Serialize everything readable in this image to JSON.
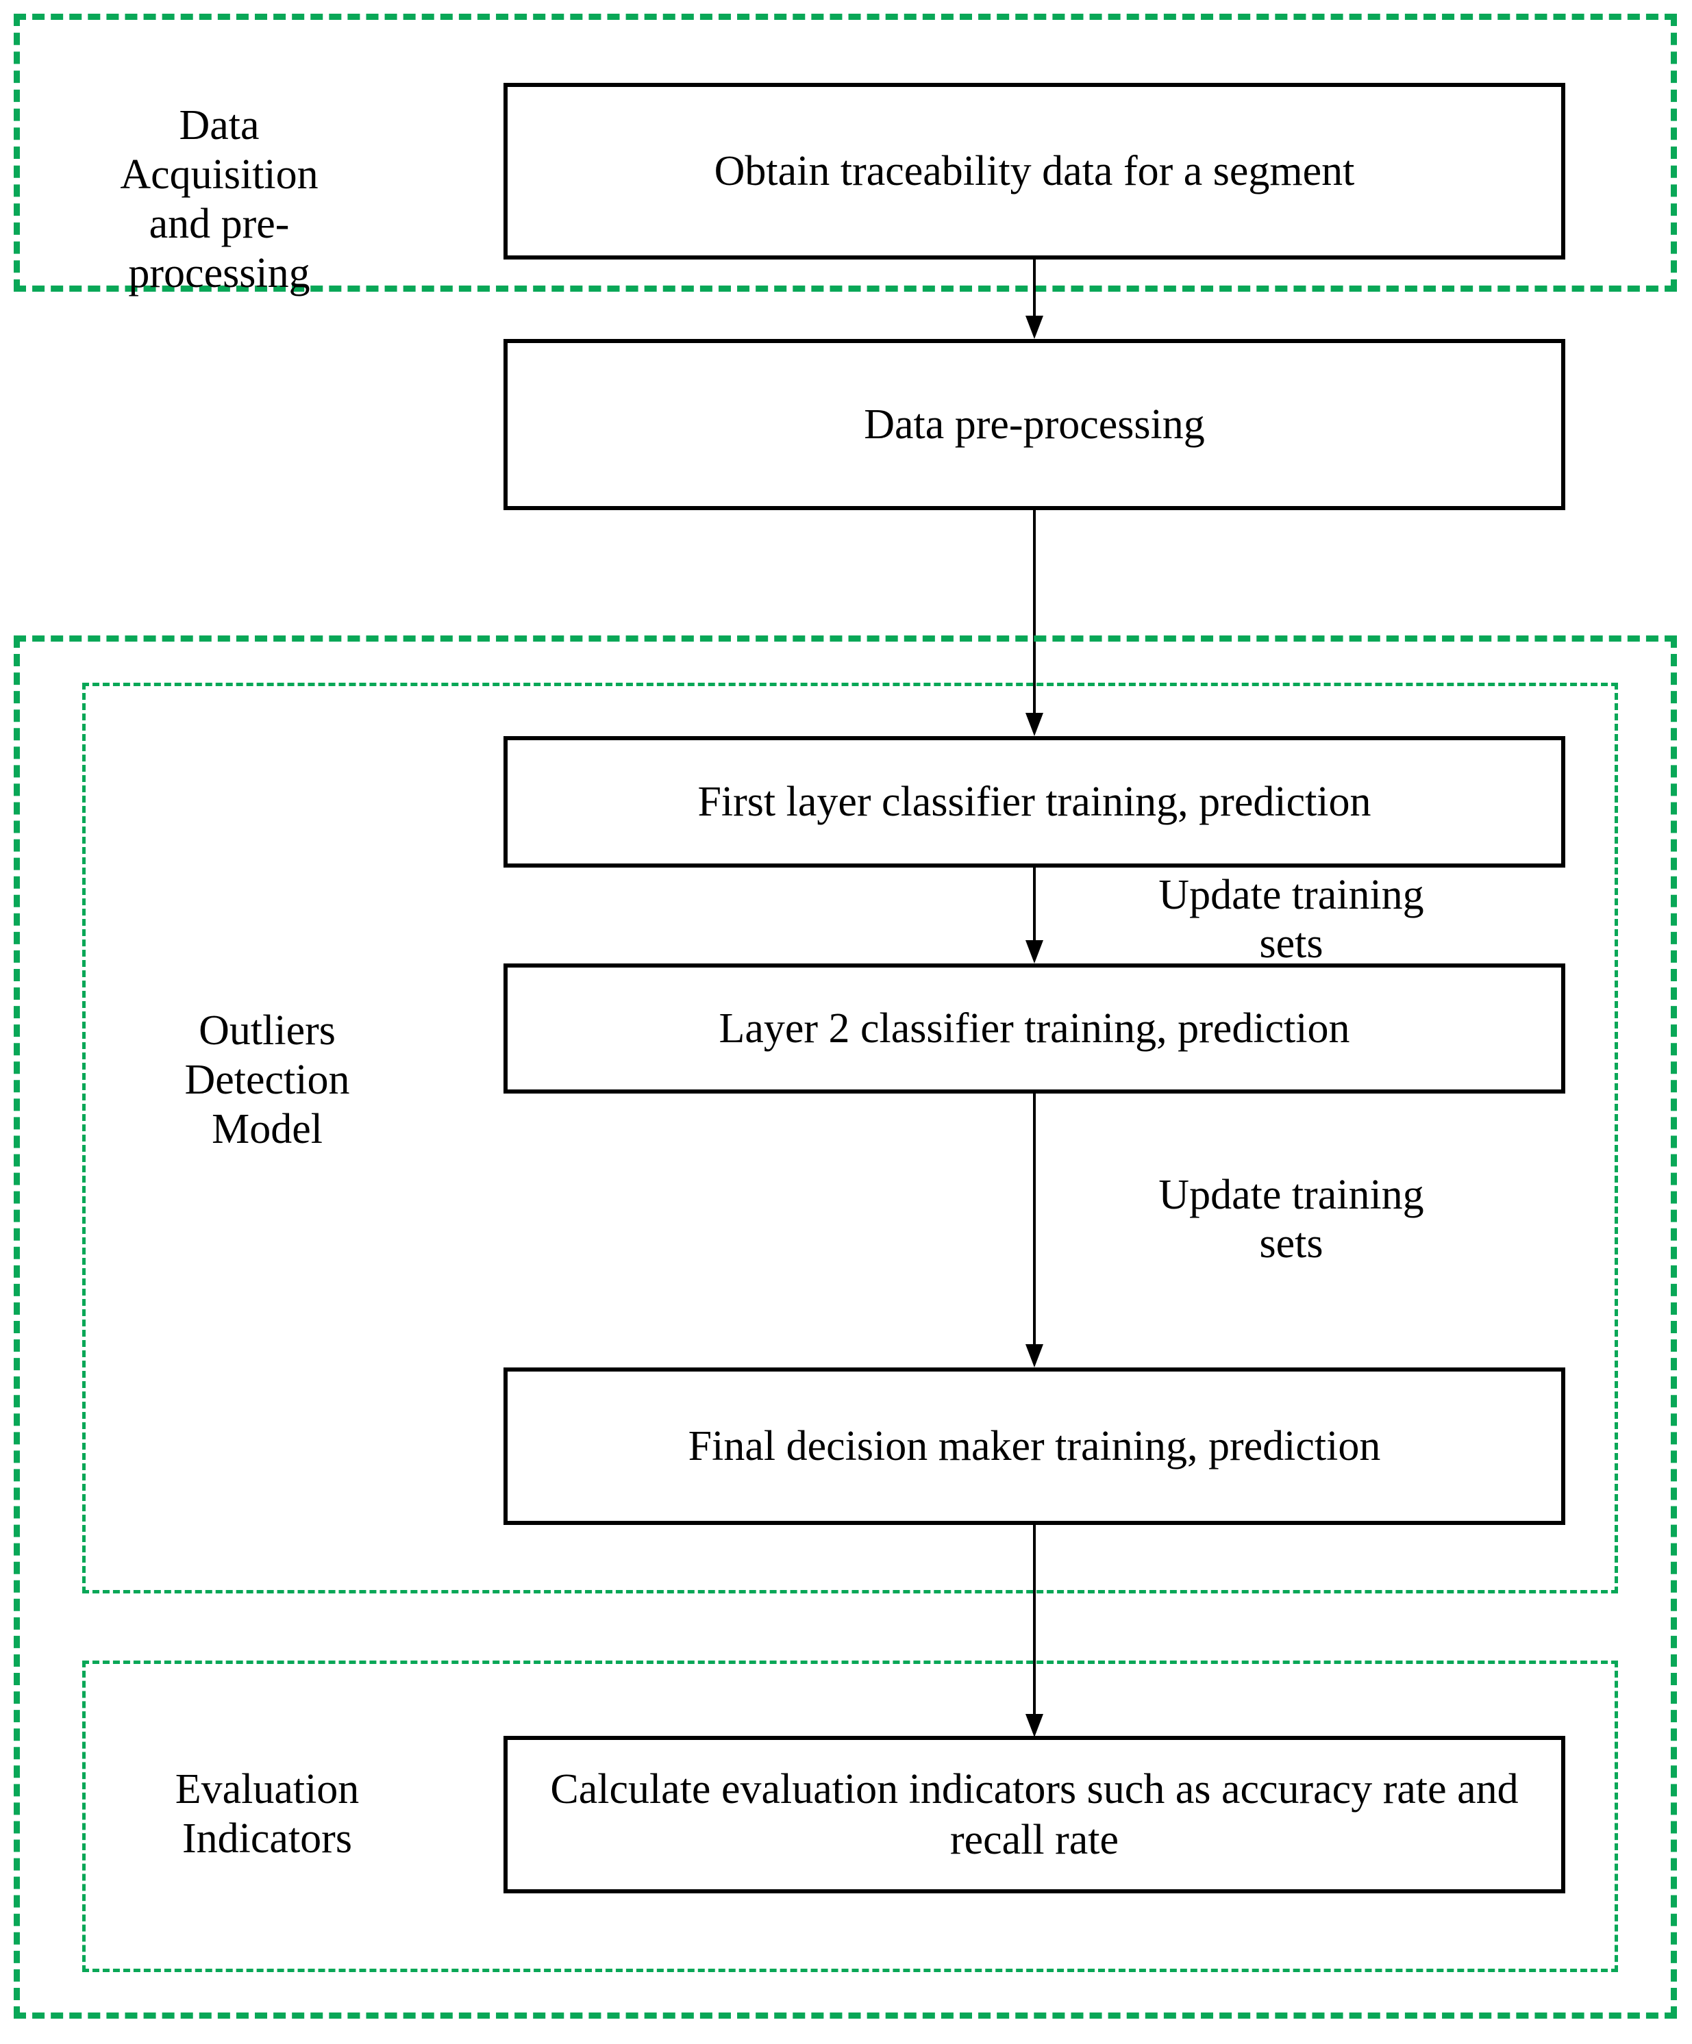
{
  "diagram": {
    "title": "Outlier detection workflow",
    "accent_color": "#09A757",
    "line_color": "#000000",
    "background": "#FFFFFF",
    "groups": [
      {
        "id": "data-acquisition",
        "label": "Data\nAcquisition\nand pre-\nprocessing"
      },
      {
        "id": "outliers-detection-model",
        "label": "Outliers\nDetection\nModel"
      },
      {
        "id": "evaluation-indicators",
        "label": "Evaluation\nIndicators"
      }
    ],
    "nodes": [
      {
        "id": "obtain-traceability-data",
        "label": "Obtain traceability data for a segment"
      },
      {
        "id": "data-pre-processing",
        "label": "Data pre-processing"
      },
      {
        "id": "first-layer-classifier",
        "label": "First layer classifier training, prediction"
      },
      {
        "id": "layer-2-classifier",
        "label": "Layer 2 classifier training, prediction"
      },
      {
        "id": "final-decision-maker",
        "label": "Final decision maker training, prediction"
      },
      {
        "id": "calculate-evaluation-indicators",
        "label": "Calculate evaluation indicators such as accuracy rate and recall rate"
      }
    ],
    "edges": [
      {
        "id": "e1",
        "from": "obtain-traceability-data",
        "to": "data-pre-processing",
        "label": ""
      },
      {
        "id": "e2",
        "from": "data-pre-processing",
        "to": "first-layer-classifier",
        "label": ""
      },
      {
        "id": "e3",
        "from": "first-layer-classifier",
        "to": "layer-2-classifier",
        "label": "Update training\nsets"
      },
      {
        "id": "e4",
        "from": "layer-2-classifier",
        "to": "final-decision-maker",
        "label": "Update training\nsets"
      },
      {
        "id": "e5",
        "from": "final-decision-maker",
        "to": "calculate-evaluation-indicators",
        "label": ""
      }
    ]
  }
}
